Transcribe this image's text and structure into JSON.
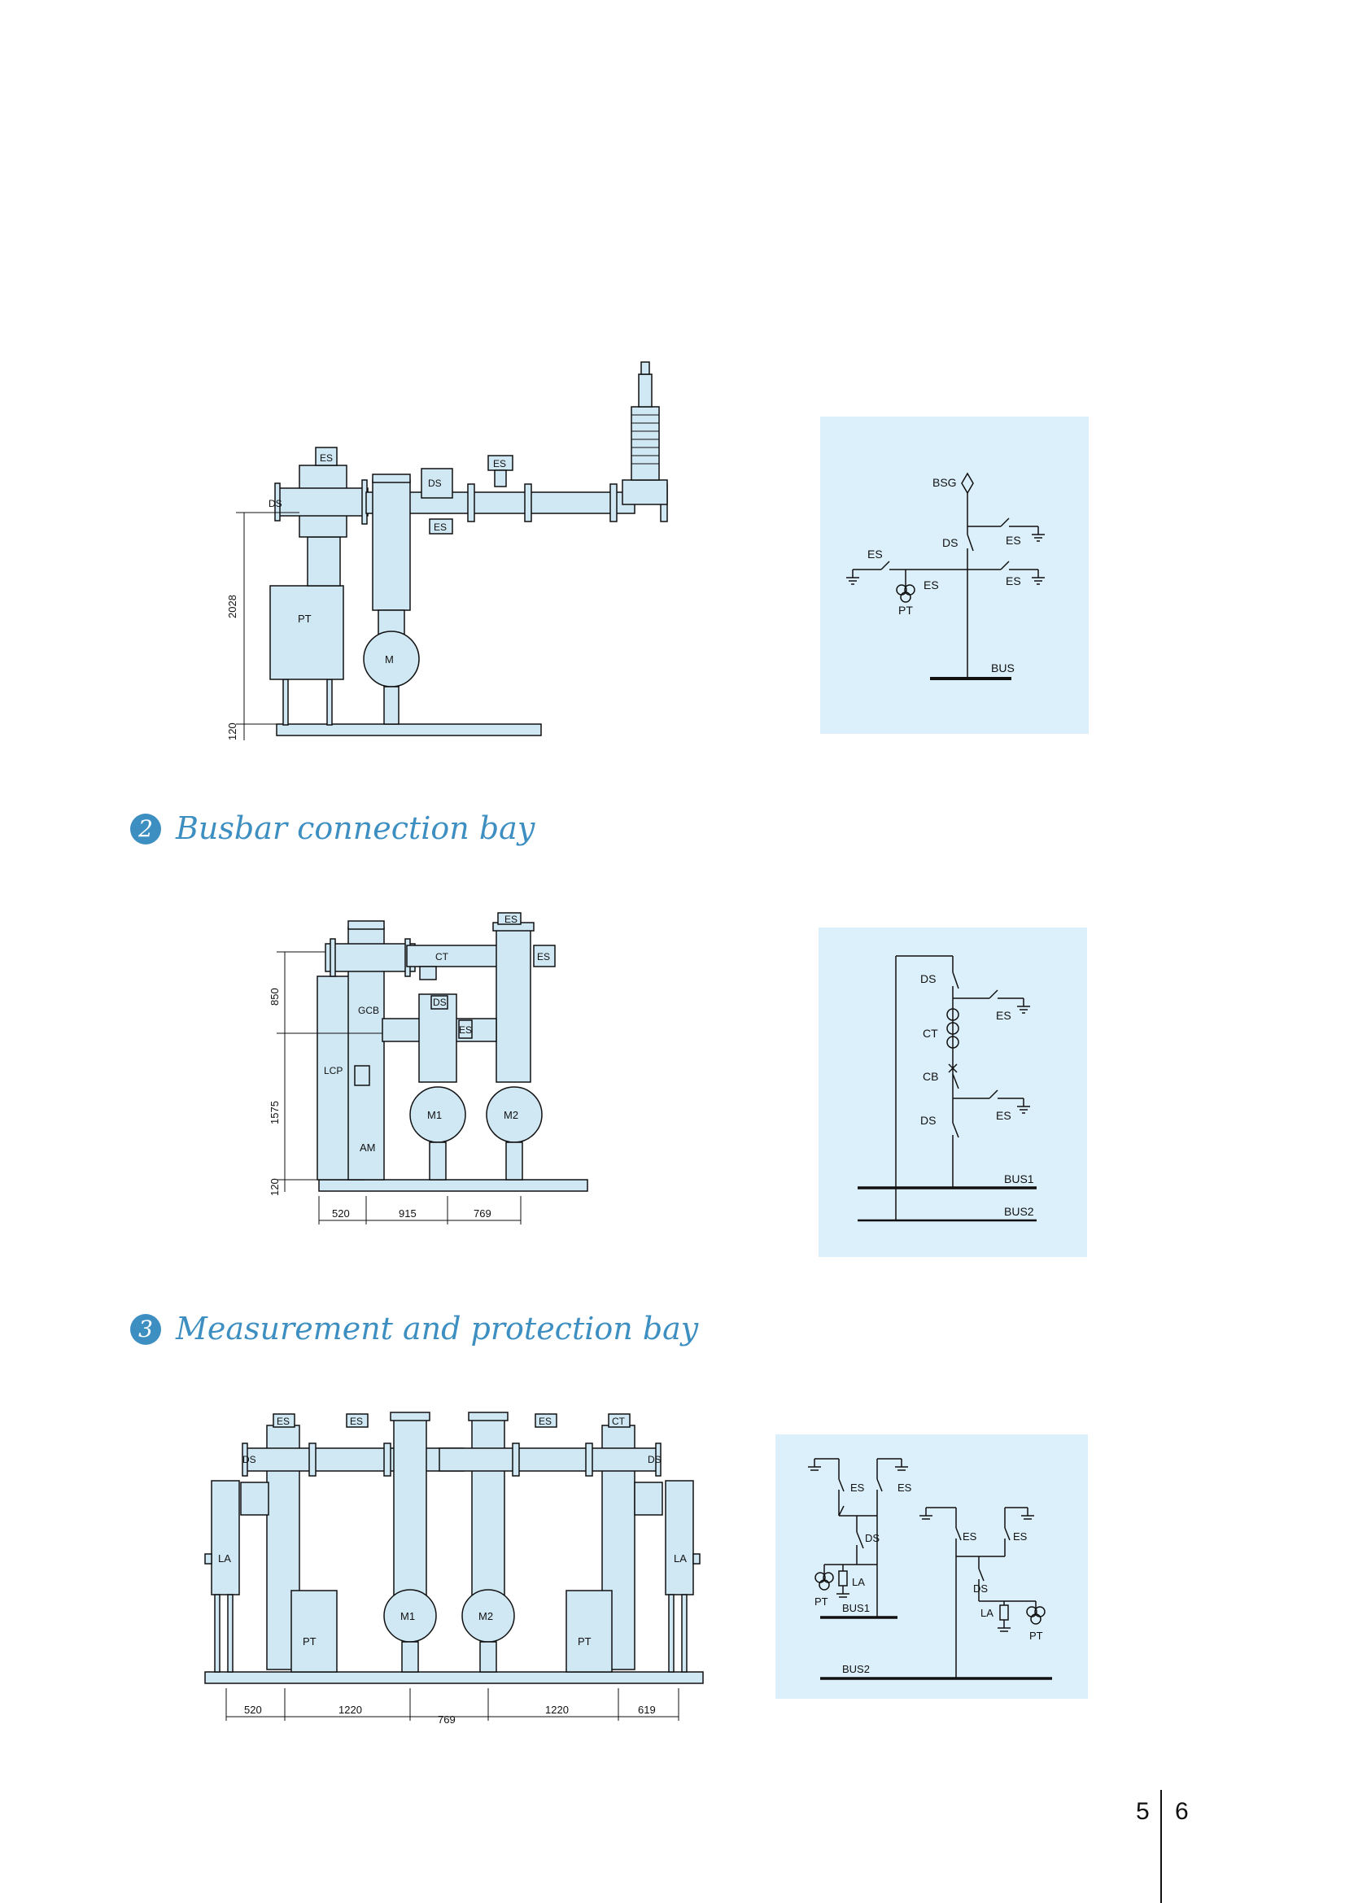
{
  "bay1": {
    "layout_labels": {
      "es1": "ES",
      "es2": "ES",
      "es3": "ES",
      "ds1": "DS",
      "ds2": "DS",
      "pt": "PT",
      "m": "M"
    },
    "dimensions": {
      "h1": "2028",
      "h2": "120"
    },
    "schematic": {
      "bsg": "BSG",
      "ds": "DS",
      "es_top": "ES",
      "es_left": "ES",
      "es_mid": "ES",
      "es_right": "ES",
      "pt": "PT",
      "bus": "BUS"
    }
  },
  "bay2": {
    "number": "2",
    "title": "Busbar connection bay",
    "layout_labels": {
      "es_top": "ES",
      "es_right": "ES",
      "ct": "CT",
      "gcb": "GCB",
      "ds": "DS",
      "es_mid": "ES",
      "lcp": "LCP",
      "am": "AM",
      "m1": "M1",
      "m2": "M2"
    },
    "dimensions": {
      "h1": "850",
      "h2": "1575",
      "h3": "120",
      "w1": "520",
      "w2": "915",
      "w3": "769"
    },
    "schematic": {
      "ds1": "DS",
      "es1": "ES",
      "ct": "CT",
      "cb": "CB",
      "ds2": "DS",
      "es2": "ES",
      "bus1": "BUS1",
      "bus2": "BUS2"
    }
  },
  "bay3": {
    "number": "3",
    "title": "Measurement and protection bay",
    "layout_labels": {
      "es1": "ES",
      "es2": "ES",
      "es3": "ES",
      "ct": "CT",
      "ds_l": "DS",
      "ds_r": "DS",
      "la_l": "LA",
      "la_r": "LA",
      "pt_l": "PT",
      "pt_r": "PT",
      "m1": "M1",
      "m2": "M2"
    },
    "dimensions": {
      "w1": "520",
      "w2": "1220",
      "w3": "769",
      "w4": "1220",
      "w5": "619"
    },
    "schematic": {
      "es1": "ES",
      "es2": "ES",
      "ds1": "DS",
      "pt1": "PT",
      "la1": "LA",
      "bus1": "BUS1",
      "es3": "ES",
      "es4": "ES",
      "ds2": "DS",
      "la2": "LA",
      "pt2": "PT",
      "bus2": "BUS2"
    }
  },
  "page_numbers": {
    "left": "5",
    "right": "6"
  },
  "colors": {
    "equipment_fill": "#cfe8f4",
    "panel_bg": "#dcf0fb",
    "accent": "#3d8fc2",
    "line": "#111111"
  }
}
